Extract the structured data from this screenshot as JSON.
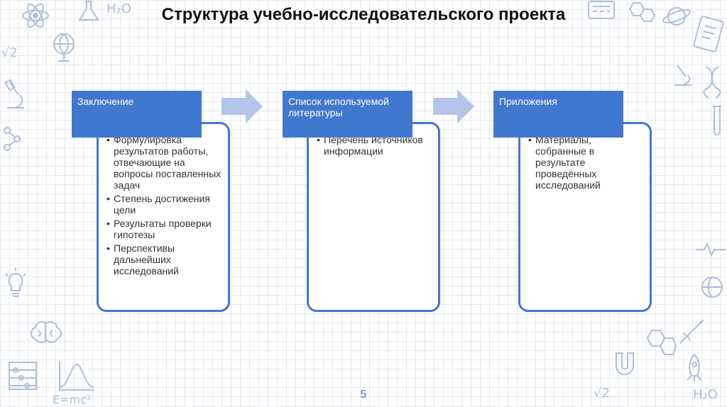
{
  "title": "Структура учебно-исследовательского проекта",
  "page_number": "5",
  "accent_color": "#4178cf",
  "arrow_color": "#b4c4ea",
  "columns": [
    {
      "header": "Заключение",
      "items": [
        "Формулировка результатов работы, отвечающие на вопросы поставленных задач",
        "Степень достижения цели",
        "Результаты проверки гипотезы",
        "Перспективы дальнейших исследований"
      ]
    },
    {
      "header": "Список используемой литературы",
      "items": [
        "Перечень источников информации"
      ]
    },
    {
      "header": "Приложения",
      "items": [
        "Материалы, собранные в результате проведённых исследований"
      ]
    }
  ],
  "decorations": {
    "left_icons": [
      "atom-icon",
      "flask-icon",
      "globe-icon",
      "microscope-icon",
      "lightbulb-icon",
      "brain-icon",
      "abacus-icon",
      "graph-icon"
    ],
    "right_icons": [
      "calculator-icon",
      "molecule-icon",
      "planet-icon",
      "book-icon",
      "rocket-icon",
      "magnet-icon",
      "dna-icon",
      "test-tube-icon"
    ],
    "formula_left": "E=mc²",
    "formula_right": "√2",
    "formula_h2o": "H₂O"
  }
}
